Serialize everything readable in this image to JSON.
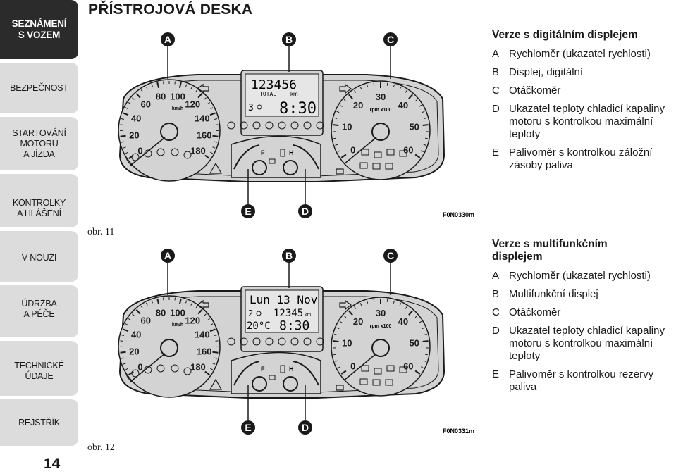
{
  "sidebar": {
    "items": [
      {
        "label": [
          "SEZNÁMENÍ",
          "S VOZEM"
        ],
        "active": true
      },
      {
        "label": [
          "BEZPEČNOST"
        ]
      },
      {
        "label": [
          "STARTOVÁNÍ",
          "MOTORU",
          "A JÍZDA"
        ]
      },
      {
        "label": [
          "KONTROLKY",
          "A HLÁŠENÍ"
        ]
      },
      {
        "label": [
          "V NOUZI"
        ]
      },
      {
        "label": [
          "ÚDRŽBA",
          "A PÉČE"
        ]
      },
      {
        "label": [
          "TECHNICKÉ",
          "ÚDAJE"
        ]
      },
      {
        "label": [
          "REJSTŘÍK"
        ]
      }
    ],
    "page_number": "14"
  },
  "page_title": "PŘÍSTROJOVÁ DESKA",
  "figures": [
    {
      "caption": "obr. 11",
      "code": "F0N0330m",
      "callouts": [
        "A",
        "B",
        "C",
        "E",
        "D"
      ],
      "display": {
        "line1": "123456",
        "line1_sub": "TOTAL",
        "unit": "km",
        "line2_left": "3",
        "line2_right": "8:30"
      }
    },
    {
      "caption": "obr. 12",
      "code": "F0N0331m",
      "callouts": [
        "A",
        "B",
        "C",
        "E",
        "D"
      ],
      "display": {
        "line1": "Lun 13 Nov",
        "line2_left": "2",
        "line2_mid": "12345",
        "unit": "km",
        "line3_left": "20°C",
        "line3_right": "8:30"
      }
    }
  ],
  "gauges": {
    "speed_ticks": [
      "0",
      "20",
      "40",
      "60",
      "80",
      "100",
      "120",
      "140",
      "160",
      "180"
    ],
    "speed_unit": "km/h",
    "rpm_ticks": [
      "0",
      "10",
      "20",
      "30",
      "40",
      "50",
      "60"
    ],
    "rpm_unit": "rpm x100",
    "fuel_labels": [
      "F"
    ],
    "temp_labels": [
      "H"
    ]
  },
  "descriptions": [
    {
      "heading": "Verze s digitálním displejem",
      "items": [
        {
          "key": "A",
          "text": "Rychloměr (ukazatel rychlosti)"
        },
        {
          "key": "B",
          "text": "Displej, digitální"
        },
        {
          "key": "C",
          "text": "Otáčkoměr"
        },
        {
          "key": "D",
          "text": "Ukazatel teploty chladicí kapaliny motoru s kontrolkou maximální teploty"
        },
        {
          "key": "E",
          "text": "Palivoměr s kontrolkou záložní zásoby paliva"
        }
      ]
    },
    {
      "heading": "Verze s multifunkčním displejem",
      "items": [
        {
          "key": "A",
          "text": "Rychloměr (ukazatel rychlosti)"
        },
        {
          "key": "B",
          "text": "Multifunkční displej"
        },
        {
          "key": "C",
          "text": "Otáčkoměr"
        },
        {
          "key": "D",
          "text": "Ukazatel teploty chladicí kapaliny motoru s kontrolkou maximální teploty"
        },
        {
          "key": "E",
          "text": "Palivoměr s kontrolkou rezervy paliva"
        }
      ]
    }
  ]
}
